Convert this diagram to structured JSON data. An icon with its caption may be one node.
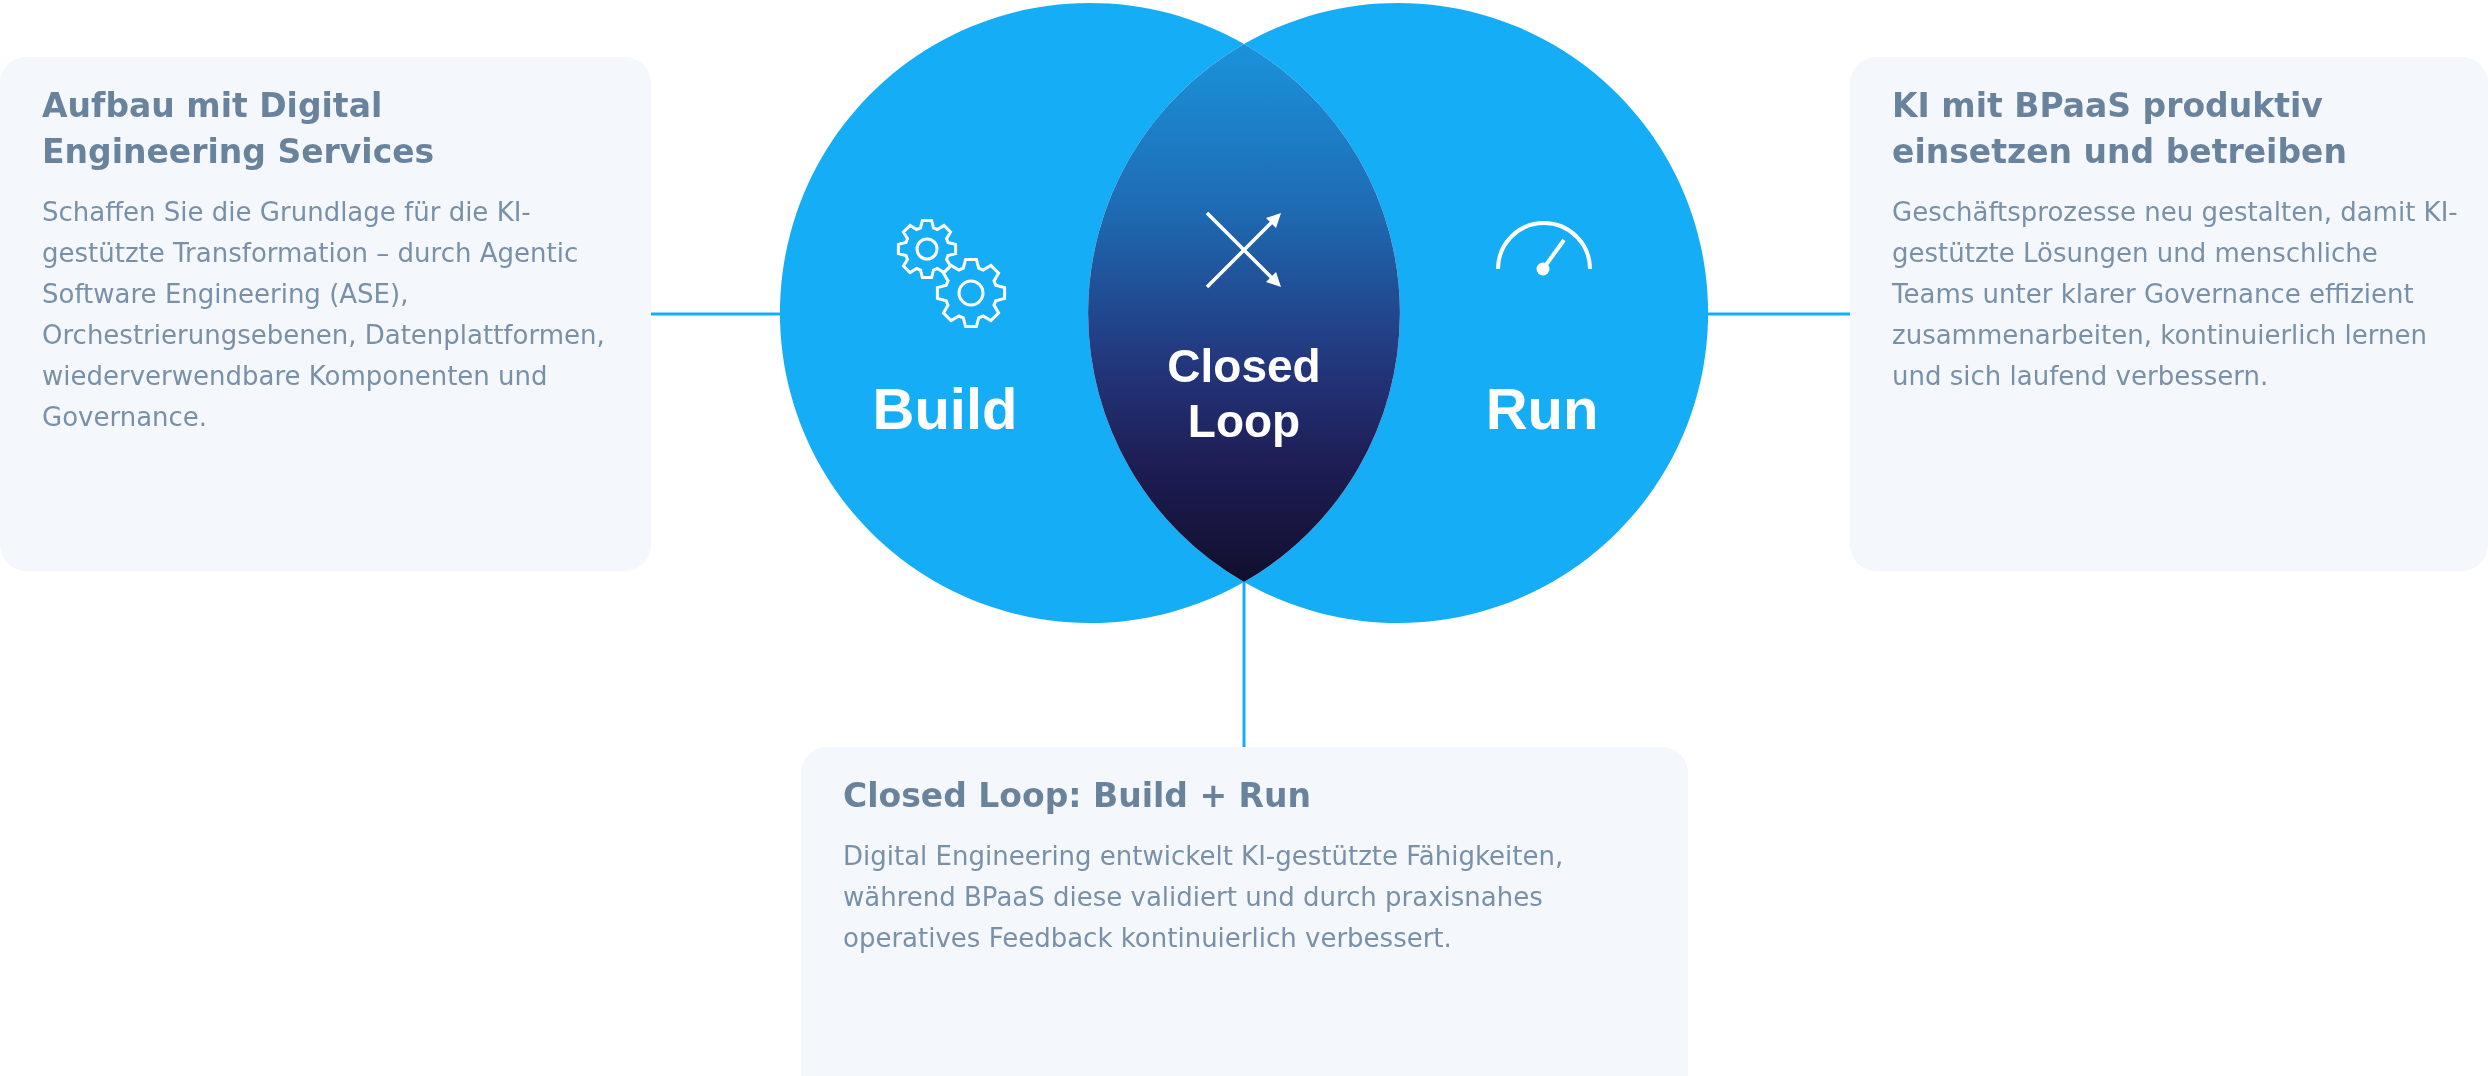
{
  "diagram": {
    "nodes": [
      {
        "text": [
          "Aufbau mit Digital Engineering Services",
          "Schaffen Sie die Grundlage für die KI-gestützte Transformation – durch Agentic Software Engineering (ASE), Orchestrierungsebenen, Datenplattformen, wiederverwendbare Komponenten und Governance."
        ]
      },
      {
        "text": [
          "Build"
        ]
      },
      {
        "text": [
          "Closed Loop"
        ]
      },
      {
        "text": [
          "Run"
        ]
      },
      {
        "text": [
          "KI mit BPaaS produktiv einsetzen und betreiben",
          "Geschäftsprozesse neu gestalten, damit KI-gestützte Lösungen und menschliche Teams unter klarer Governance effizient zusammenarbeiten, kontinuierlich lernen und sich laufend verbessern."
        ]
      },
      {
        "text": [
          "Closed Loop: Build + Run",
          "Digital Engineering entwickelt KI-gestützte Fähigkeiten, während BPaaS diese validiert und durch praxisnahes operatives Feedback kontinuierlich verbessert."
        ]
      }
    ],
    "edges": [
      {
        "from": 0,
        "to": 1,
        "arrow": "none"
      },
      {
        "from": 3,
        "to": 4,
        "arrow": "none"
      },
      {
        "from": 2,
        "to": 5,
        "arrow": "none"
      }
    ]
  }
}
